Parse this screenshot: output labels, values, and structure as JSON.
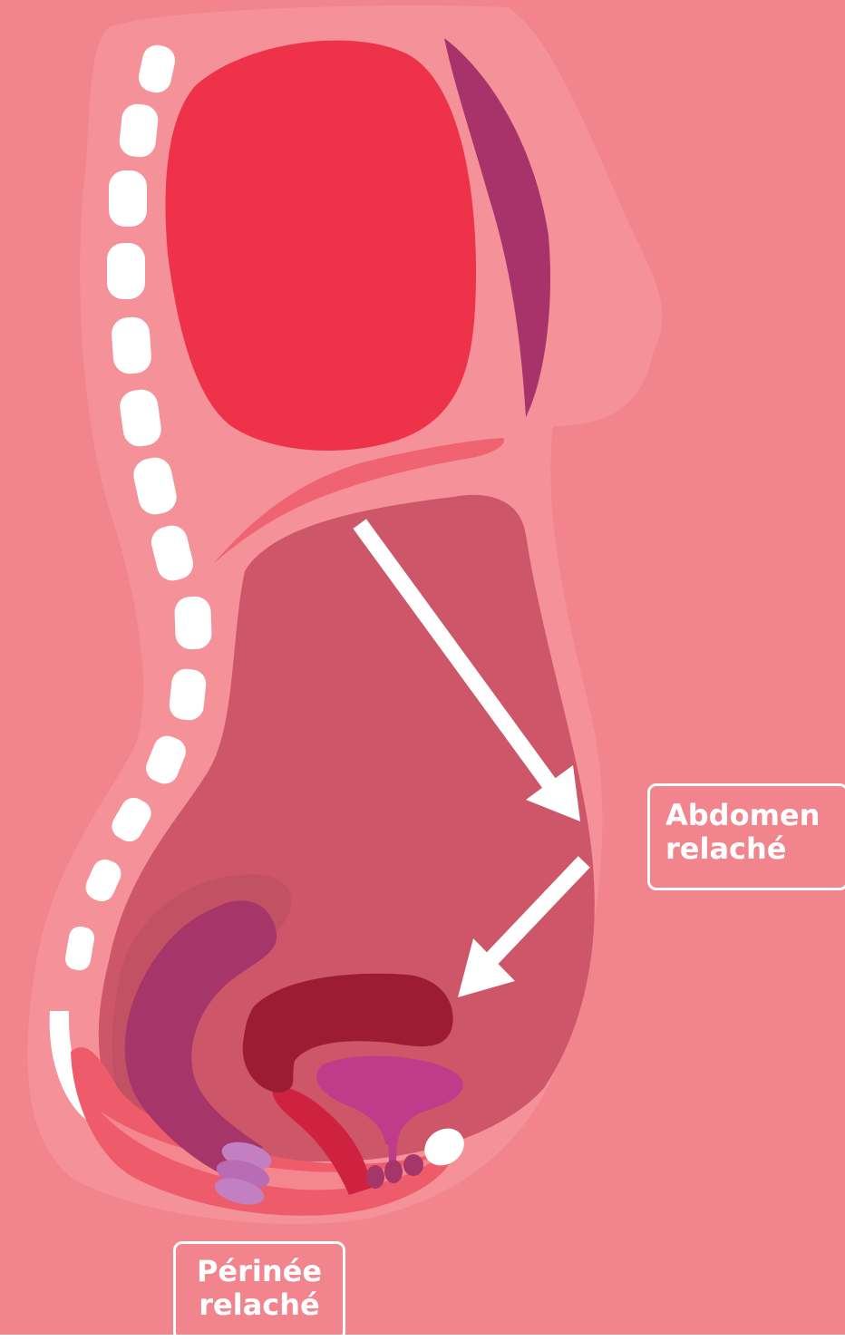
{
  "labels": {
    "abdomen": {
      "line1": "Abdomen",
      "line2": "relaché"
    },
    "perinee": {
      "line1": "Périnée",
      "line2": "relaché"
    }
  },
  "colors": {
    "background": "#f2848e",
    "body_outline": "#f59198",
    "lung": "#ee3249",
    "breast_muscle": "#a8336a",
    "diaphragm": "#f06372",
    "abdomen_cavity": "#cd5668",
    "cavity_shadow": "#b84b60",
    "colon": "#a6356a",
    "uterus": "#9c1c33",
    "bladder": "#c03c8a",
    "rectum_red": "#cf2140",
    "pelvic_floor": "#ee5c6c",
    "arrow": "#ffffff"
  }
}
